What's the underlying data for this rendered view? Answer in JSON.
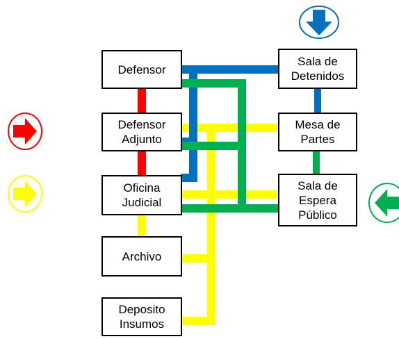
{
  "colors": {
    "red": "#ff0000",
    "yellow": "#ffff00",
    "blue": "#0070c0",
    "green": "#00b050",
    "box_border": "#000000"
  },
  "nodes": {
    "defensor": "Defensor",
    "defensor_adjunto": "Defensor\nAdjunto",
    "oficina_judicial": "Oficina\nJudicial",
    "archivo": "Archivo",
    "deposito_insumos": "Deposito\nInsumos",
    "sala_detenidos": "Sala de\nDetenidos",
    "mesa_partes": "Mesa de\nPartes",
    "sala_espera": "Sala de\nEspera\nPúblico"
  },
  "icons": {
    "blue_arrow": "arrow-down-icon",
    "red_arrow": "arrow-right-icon",
    "yellow_arrow": "arrow-right-icon",
    "green_arrow": "arrow-left-icon"
  }
}
